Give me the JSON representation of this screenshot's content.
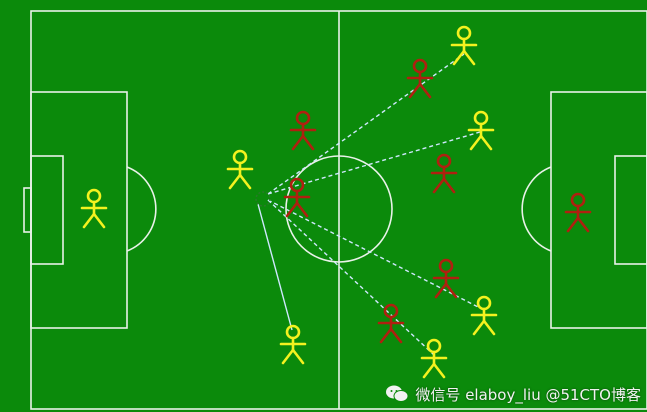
{
  "colors": {
    "pitch": "#0b8a0b",
    "lines": "#e9f2e9",
    "team_yellow": "#f4f21f",
    "team_red": "#b02010",
    "pass_line": "#cfe8ff"
  },
  "watermark": {
    "icon": "wechat-icon",
    "text": "微信号 elaboy_liu @51CTO博客"
  },
  "players": [
    {
      "team": "yellow",
      "role": "goalkeeper"
    },
    {
      "team": "yellow",
      "role": "ball-carrier"
    },
    {
      "team": "yellow",
      "role": "teammate"
    },
    {
      "team": "yellow",
      "role": "teammate"
    },
    {
      "team": "yellow",
      "role": "teammate"
    },
    {
      "team": "yellow",
      "role": "teammate"
    },
    {
      "team": "yellow",
      "role": "teammate"
    },
    {
      "team": "red",
      "role": "opponent"
    },
    {
      "team": "red",
      "role": "opponent"
    },
    {
      "team": "red",
      "role": "opponent"
    },
    {
      "team": "red",
      "role": "opponent"
    },
    {
      "team": "red",
      "role": "opponent"
    },
    {
      "team": "red",
      "role": "opponent"
    },
    {
      "team": "red",
      "role": "goalkeeper"
    }
  ]
}
